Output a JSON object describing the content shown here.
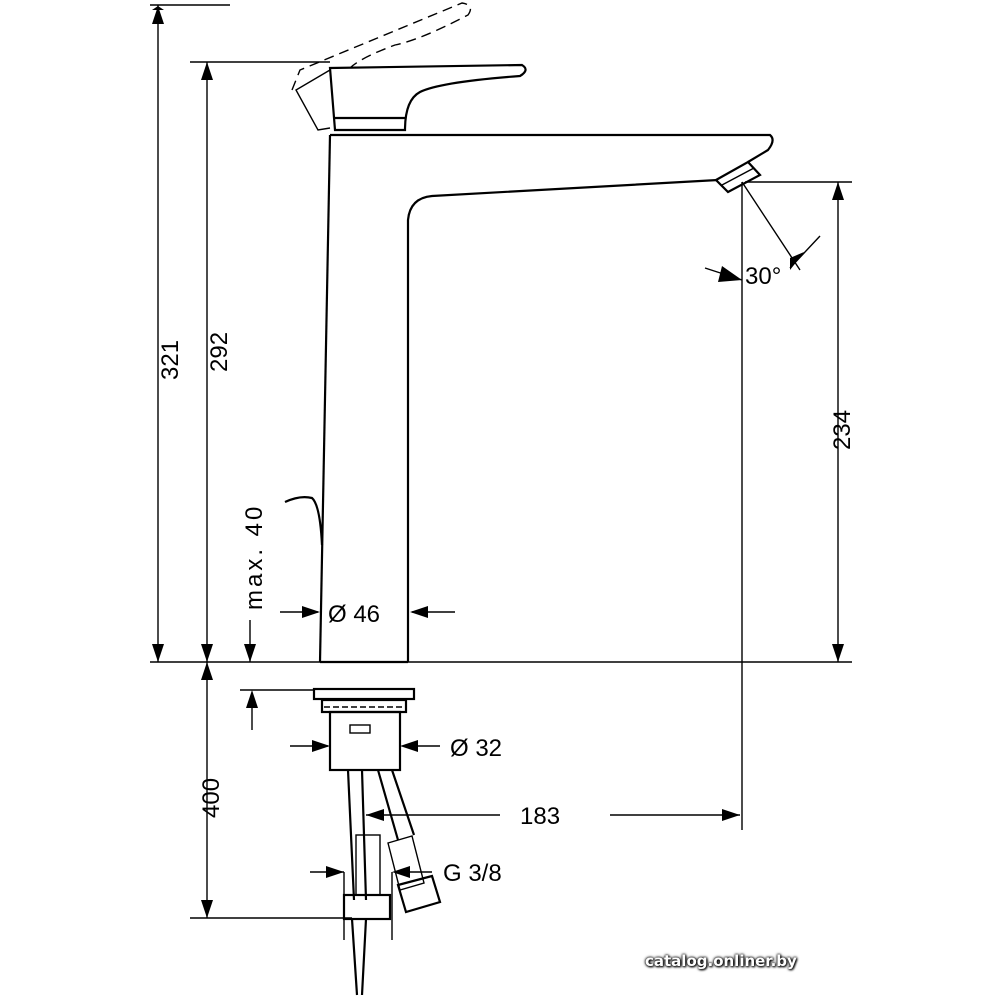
{
  "dimensions": {
    "total_height": "321",
    "handle_height": "292",
    "spout_height": "234",
    "spout_angle": "30°",
    "max_deck": "max. 40",
    "body_diameter": "Ø 46",
    "shank_diameter": "Ø 32",
    "hose_length": "400",
    "spout_reach": "183",
    "thread": "G 3/8"
  },
  "watermark": "catalog.onliner.by"
}
